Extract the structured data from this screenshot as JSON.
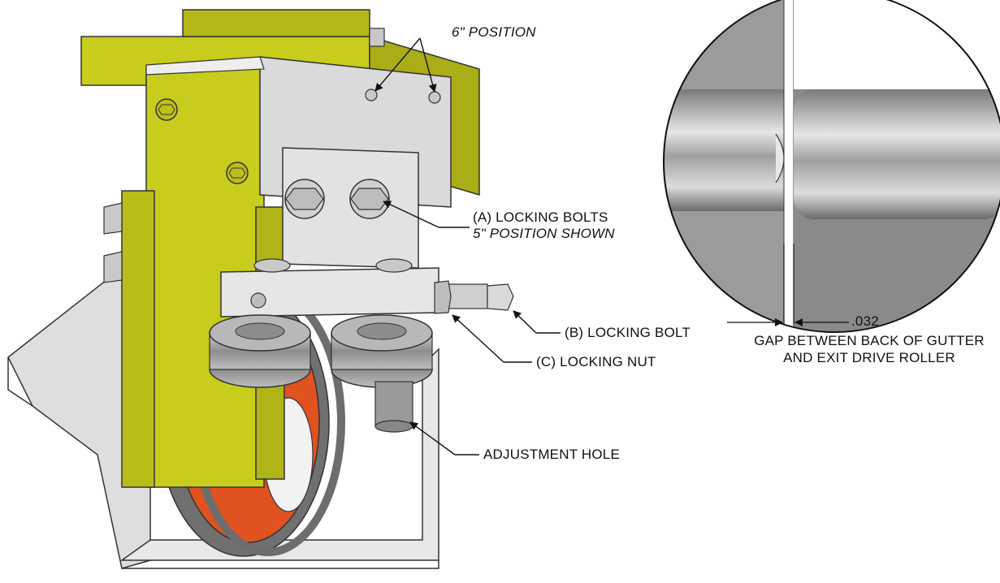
{
  "labels": {
    "six_inch_position": "6\" POSITION",
    "locking_bolts_a": "(A) LOCKING BOLTS",
    "five_inch_position_shown": "5\" POSITION SHOWN",
    "locking_bolt_b": "(B) LOCKING BOLT",
    "locking_nut_c": "(C) LOCKING NUT",
    "adjustment_hole": "ADJUSTMENT HOLE",
    "gap_dimension": ".032",
    "gap_desc_line1": "GAP BETWEEN BACK OF GUTTER",
    "gap_desc_line2": "AND EXIT DRIVE ROLLER"
  },
  "colors": {
    "frame_yellow": "#c8cc1c",
    "frame_yellow_dark": "#9da016",
    "plate_gray": "#d9d9d9",
    "wheel_orange": "#e0521f",
    "steel": "#9a9a9a",
    "line": "#111111"
  }
}
